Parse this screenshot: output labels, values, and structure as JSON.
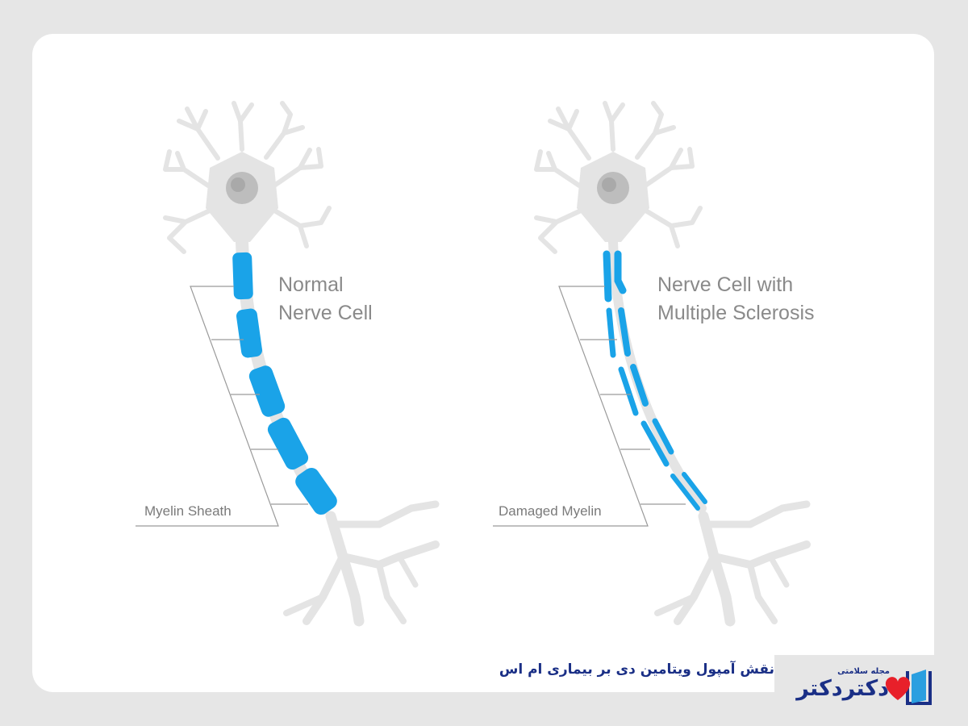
{
  "diagram": {
    "left_panel": {
      "title_line1": "Normal",
      "title_line2": "Nerve Cell",
      "callout": "Myelin Sheath"
    },
    "right_panel": {
      "title_line1": "Nerve Cell with",
      "title_line2": "Multiple Sclerosis",
      "callout": "Damaged Myelin"
    }
  },
  "footer": {
    "caption": "نقش آمپول ویتامین دی بر بیماری ام اس",
    "logo_tagline": "مجله سلامتی",
    "logo_name": "دکتردکتر"
  },
  "colors": {
    "myelin": "#1aa3e8",
    "neuron": "#e4e4e4",
    "nucleus": "#b8b8b8",
    "callout_lines": "#9a9a9a",
    "caption": "#1a2f86",
    "logo_heart": "#e8202a"
  }
}
